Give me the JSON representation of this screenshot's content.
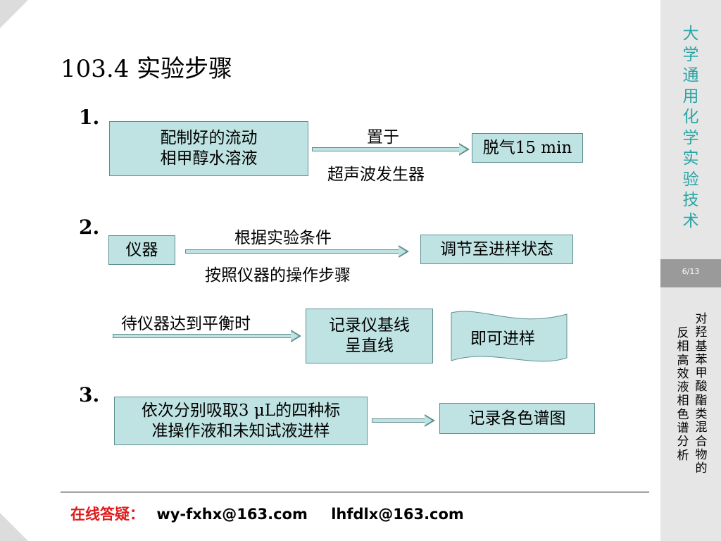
{
  "sidebar": {
    "series_title_chars": [
      "大",
      "学",
      "通",
      "用",
      "化",
      "学",
      "实",
      "验",
      "技",
      "术"
    ],
    "page_indicator": "6/13",
    "vertical_title_col1": [
      "对",
      "羟",
      "基",
      "苯",
      "甲",
      "酸",
      "酯",
      "类",
      "混",
      "合",
      "物",
      "的"
    ],
    "vertical_title_col2": [
      "反",
      "相",
      "高",
      "效",
      "液",
      "相",
      "色",
      "谱",
      "分",
      "析"
    ]
  },
  "title": "103.4  实验步骤",
  "steps": {
    "step1": {
      "number": "1.",
      "box_start_line1": "配制好的流动",
      "box_start_line2": "相甲醇水溶液",
      "arrow_label_top": "置于",
      "arrow_label_bottom": "超声波发生器",
      "box_end": "脱气15 min"
    },
    "step2": {
      "number": "2.",
      "box_start": "仪器",
      "arrow_label_top": "根据实验条件",
      "arrow_label_bottom": "按照仪器的操作步骤",
      "box_end": "调节至进样状态",
      "wait_label": "待仪器达到平衡时",
      "baseline_line1": "记录仪基线",
      "baseline_line2": "呈直线",
      "ready_label": "即可进样"
    },
    "step3": {
      "number": "3.",
      "box_start_line1": "依次分别吸取3 μL的四种标",
      "box_start_line2": "准操作液和未知试液进样",
      "box_end": "记录各色谱图"
    }
  },
  "footer": {
    "label": "在线答疑：",
    "email1": "wy-fxhx@163.com",
    "email2": "lhfdlx@163.com"
  },
  "colors": {
    "box_fill": "#bfe3e3",
    "box_border": "#5f8f8f",
    "series_title": "#2aa5a5",
    "footer_label": "#e01b1b"
  }
}
